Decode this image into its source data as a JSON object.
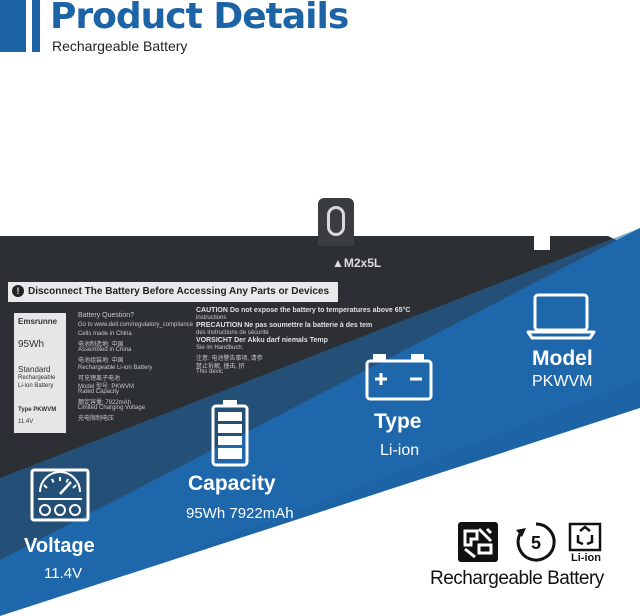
{
  "header": {
    "title": "Product Details",
    "subtitle": "Rechargeable Battery"
  },
  "battery": {
    "screw_label": "▲M2x5L",
    "warning": "Disconnect The Battery Before Accessing Any Parts or Devices",
    "sticker": {
      "brand": "Emsrunne",
      "capacity": "95Wh",
      "standard": "Standard",
      "line1": "Rechargeable",
      "line2": "Li-ion Battery",
      "type": "Type PKWVM",
      "voltage": "11.4V"
    },
    "question": "Battery Question?",
    "question_url": "Go to www.dell.com/regulatory_compliance",
    "cells": "Cells made in China",
    "cells_cn": "电池制造地: 中国",
    "assembled": "Assembled in China",
    "assembled_cn": "电池组装地: 中国",
    "rechargeable": "Rechargeable Li-ion Battery",
    "rechargeable_cn": "可充锂离子电池",
    "model": "Model 型号: PKWVM",
    "rated": "Rated Capacity",
    "rated_cn": "额定容量: 7922mAh",
    "limited": "Limited Charging Voltage",
    "limited_cn": "充电限制电压",
    "caution": "CAUTION Do not expose the battery to temperatures above 65°C",
    "instructions": "instructions",
    "precaution": "PRECAUTION Ne pas soumettre la batterie à des tem",
    "precaution2": "des instructions de sécurité",
    "vorsicht": "VORSICHT Der Akku darf niemals Temp",
    "vorsicht2": "Sie im Handbuch.",
    "cn1": "注意: 电池警告事项, 请参",
    "cn2": "禁止拆解, 撞击, 挤",
    "this_device": "This devic"
  },
  "features": {
    "model": {
      "label": "Model",
      "value": "PKWVM",
      "icon": "laptop-icon"
    },
    "type": {
      "label": "Type",
      "value": "Li-ion",
      "icon": "car-battery-icon"
    },
    "capacity": {
      "label": "Capacity",
      "value": "95Wh 7922mAh",
      "icon": "battery-level-icon",
      "level": 1.0
    },
    "voltage": {
      "label": "Voltage",
      "value": "11.4V",
      "icon": "voltmeter-icon"
    }
  },
  "footer": {
    "recycle_number": "5",
    "liion_label": "Li-ion",
    "text": "Rechargeable Battery"
  },
  "colors": {
    "accent_blue": "#1d64a6",
    "battery_body": "#2c2f33",
    "white": "#ffffff"
  }
}
